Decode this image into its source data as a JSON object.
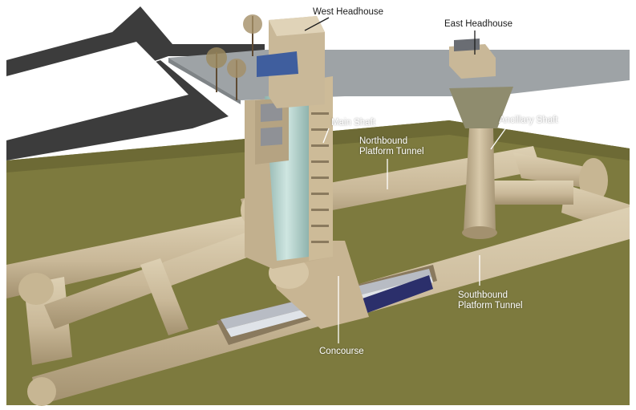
{
  "labels": {
    "west_headhouse": "West Headhouse",
    "east_headhouse": "East Headhouse",
    "main_shaft": "Main Shaft",
    "northbound_line1": "Northbound",
    "northbound_line2": "Platform Tunnel",
    "ancillary_shaft": "Ancillary Shaft",
    "southbound_line1": "Southbound",
    "southbound_line2": "Platform Tunnel",
    "concourse": "Concourse"
  },
  "colors": {
    "ground": "#7d7a3e",
    "road": "#3c3c3c",
    "pavement": "#9ea3a6",
    "tunnel": "#c9b898",
    "tunnel_shadow": "#a8977a",
    "shaft_glass": "#a9c9c4",
    "train": "#2b2f6b",
    "platform": "#b8bcc4",
    "label_light": "#ffffff",
    "label_dark": "#1b1b1b"
  }
}
